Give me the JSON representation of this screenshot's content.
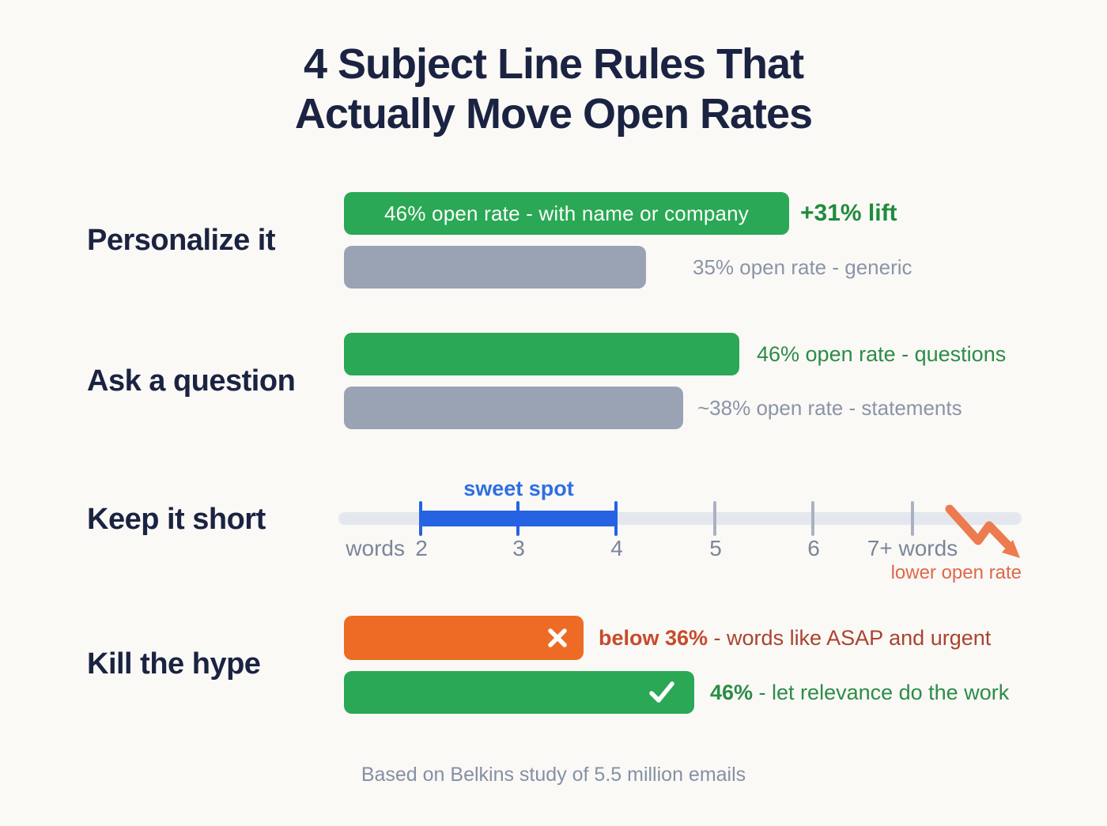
{
  "title": {
    "line1": "4 Subject Line Rules That",
    "line2": "Actually Move Open Rates"
  },
  "rows": {
    "personalize": {
      "label": "Personalize it",
      "green_bar_text": "46% open rate - with name or company",
      "lift_label": "+31% lift",
      "gray_bar_label": "35% open rate - generic"
    },
    "question": {
      "label": "Ask a question",
      "green_bar_label": "46% open rate - questions",
      "gray_bar_label": "~38% open rate - statements"
    },
    "short": {
      "label": "Keep it short",
      "sweet_spot_label": "sweet spot",
      "axis_prefix": "words",
      "ticks": [
        "2",
        "3",
        "4",
        "5",
        "6"
      ],
      "last_tick_label": "7+ words",
      "arrow_label": "lower open rate",
      "arrow_icon": "declining-arrow-icon"
    },
    "hype": {
      "label": "Kill the hype",
      "bad_bold": "below 36%",
      "bad_rest": " - words like ASAP and urgent",
      "good_bold": "46%",
      "good_rest": " - let relevance do the work",
      "x_icon": "x-icon",
      "check_icon": "check-icon"
    }
  },
  "footer": "Based on Belkins study of 5.5 million emails",
  "colors": {
    "background": "#faf9f6",
    "navy_text": "#1b2342",
    "green_bar": "#2aa855",
    "gray_bar": "#99a3b4",
    "orange_bar": "#ee6b25",
    "blue_sweet_spot": "#2563e3",
    "scale_track": "#e4e7ee",
    "lift_green_text": "#1f8b3c",
    "green_note_text": "#2c8c47",
    "gray_note_text": "#8b94a7",
    "brick_red_text": "#a9442f",
    "salmon_arrow": "#ec7b50"
  },
  "chart_data": {
    "type": "bar",
    "title": "4 Subject Line Rules That Actually Move Open Rates",
    "source": "Based on Belkins study of 5.5 million emails",
    "legend_position": "inline-right",
    "sections": [
      {
        "rule": "Personalize it",
        "type": "bar-pair",
        "series": [
          {
            "name": "with name or company",
            "open_rate_pct": 46,
            "color": "#2aa855"
          },
          {
            "name": "generic",
            "open_rate_pct": 35,
            "color": "#99a3b4"
          }
        ],
        "lift_pct": 31
      },
      {
        "rule": "Ask a question",
        "type": "bar-pair",
        "series": [
          {
            "name": "questions",
            "open_rate_pct": 46,
            "color": "#2aa855"
          },
          {
            "name": "statements",
            "open_rate_pct": 38,
            "approximate": true,
            "color": "#99a3b4"
          }
        ]
      },
      {
        "rule": "Keep it short",
        "type": "scale",
        "unit": "words",
        "ticks": [
          2,
          3,
          4,
          5,
          6,
          "7+"
        ],
        "sweet_spot_range": [
          2,
          4
        ],
        "annotation": "lower open rate at 7+ words"
      },
      {
        "rule": "Kill the hype",
        "type": "bar-pair",
        "series": [
          {
            "name": "words like ASAP and urgent",
            "open_rate_pct": "below 36",
            "verdict": "bad",
            "color": "#ee6b25"
          },
          {
            "name": "let relevance do the work",
            "open_rate_pct": 46,
            "verdict": "good",
            "color": "#2aa855"
          }
        ]
      }
    ]
  }
}
